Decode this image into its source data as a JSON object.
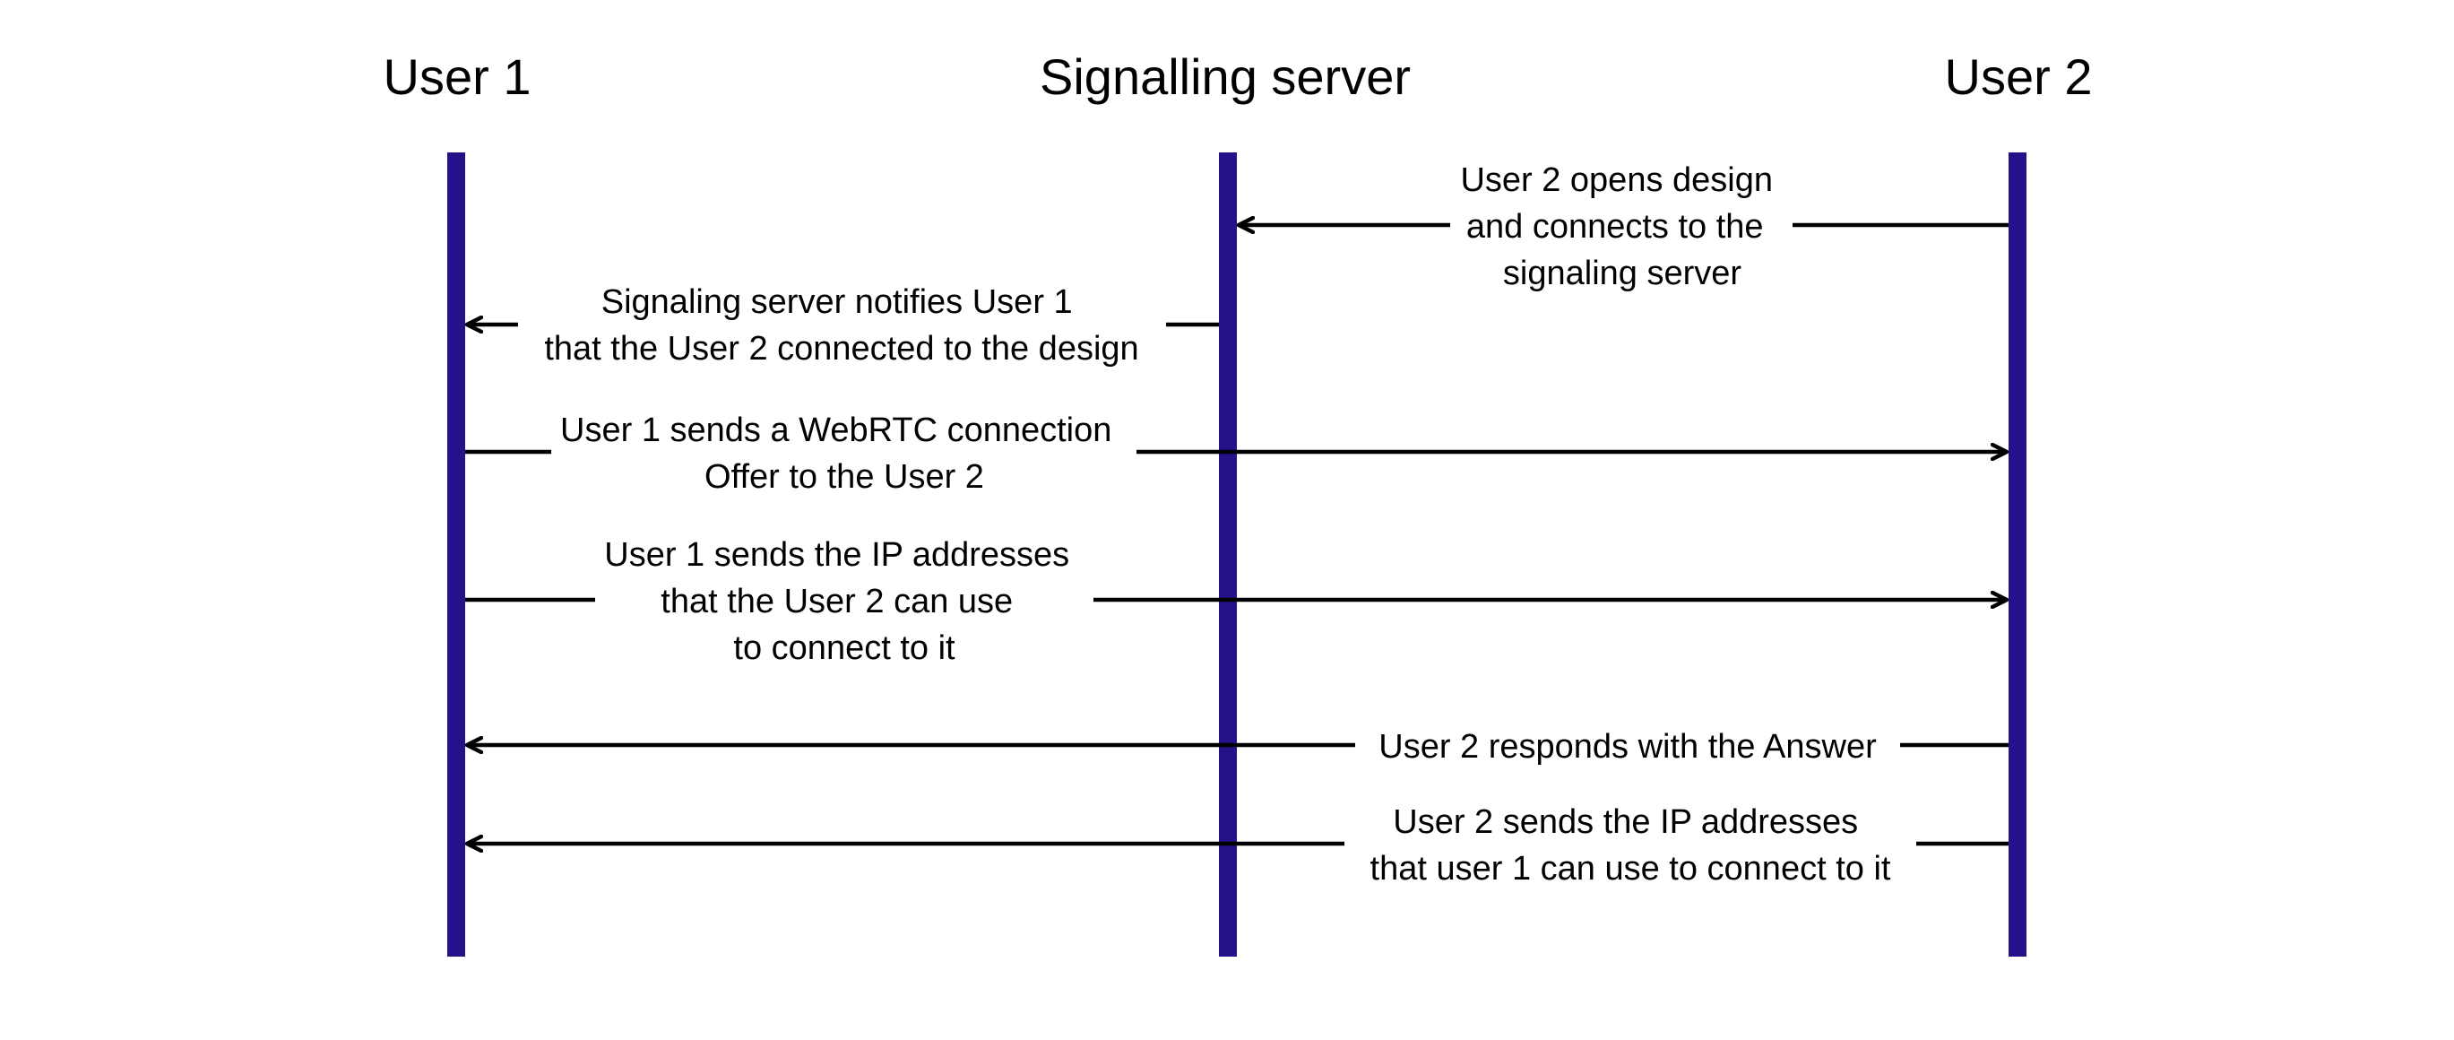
{
  "actors": [
    {
      "id": "user1",
      "label": "User 1"
    },
    {
      "id": "server",
      "label": "Signalling server"
    },
    {
      "id": "user2",
      "label": "User 2"
    }
  ],
  "colors": {
    "lifeline": "#23128a",
    "arrow": "#000000",
    "text": "#000000",
    "background": "#ffffff"
  },
  "messages": [
    {
      "id": "user2-connects",
      "from": "user2",
      "to": "server",
      "lines": [
        "User 2 opens design",
        "and connects to the",
        "signaling server"
      ]
    },
    {
      "id": "server-notifies-user1",
      "from": "server",
      "to": "user1",
      "lines": [
        "Signaling server notifies User 1",
        "that the User 2 connected to the design"
      ]
    },
    {
      "id": "user1-sends-offer",
      "from": "user1",
      "to": "user2",
      "lines": [
        "User 1 sends a WebRTC connection",
        "Offer to the User 2"
      ]
    },
    {
      "id": "user1-sends-ips",
      "from": "user1",
      "to": "user2",
      "lines": [
        "User 1 sends the IP addresses",
        "that the User 2 can use",
        "to connect to it"
      ]
    },
    {
      "id": "user2-answers",
      "from": "user2",
      "to": "user1",
      "lines": [
        "User 2 responds with the Answer"
      ]
    },
    {
      "id": "user2-sends-ips",
      "from": "user2",
      "to": "user1",
      "lines": [
        "User 2 sends the IP addresses",
        "that user 1 can use to connect to it"
      ]
    }
  ]
}
